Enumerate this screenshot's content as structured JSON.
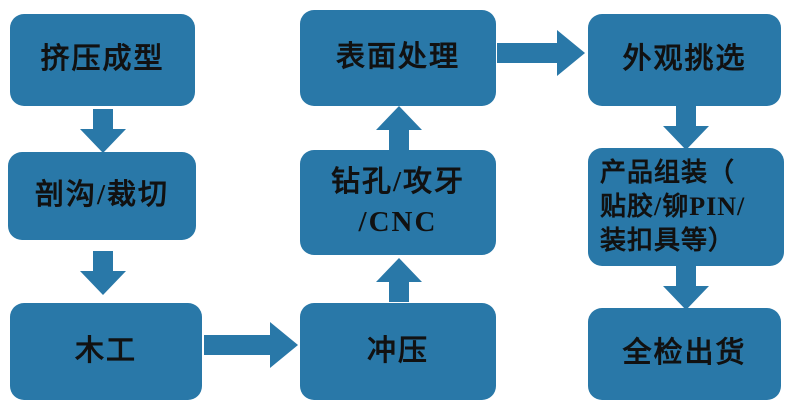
{
  "diagram": {
    "type": "flowchart",
    "accent_color": "#2978A8",
    "text_color": "#111111",
    "background_color": "#ffffff",
    "nodes": [
      {
        "id": "extrusion",
        "label": "挤压成型"
      },
      {
        "id": "grooving-cutting",
        "label": "剖沟/裁切"
      },
      {
        "id": "woodworking",
        "label": "木工"
      },
      {
        "id": "stamping",
        "label": "冲压"
      },
      {
        "id": "drilling-tapping-cnc",
        "label": "钻孔/攻牙\n/CNC"
      },
      {
        "id": "surface-treatment",
        "label": "表面处理"
      },
      {
        "id": "appearance-inspection",
        "label": "外观挑选"
      },
      {
        "id": "product-assembly",
        "label": "产品组装（\n贴胶/铆PIN/\n装扣具等）"
      },
      {
        "id": "full-inspection-shipping",
        "label": "全检出货"
      }
    ],
    "edges": [
      {
        "from": "extrusion",
        "to": "grooving-cutting",
        "direction": "down"
      },
      {
        "from": "grooving-cutting",
        "to": "woodworking",
        "direction": "down"
      },
      {
        "from": "woodworking",
        "to": "stamping",
        "direction": "right"
      },
      {
        "from": "stamping",
        "to": "drilling-tapping-cnc",
        "direction": "up"
      },
      {
        "from": "drilling-tapping-cnc",
        "to": "surface-treatment",
        "direction": "up"
      },
      {
        "from": "surface-treatment",
        "to": "appearance-inspection",
        "direction": "right"
      },
      {
        "from": "appearance-inspection",
        "to": "product-assembly",
        "direction": "down"
      },
      {
        "from": "product-assembly",
        "to": "full-inspection-shipping",
        "direction": "down"
      }
    ]
  }
}
